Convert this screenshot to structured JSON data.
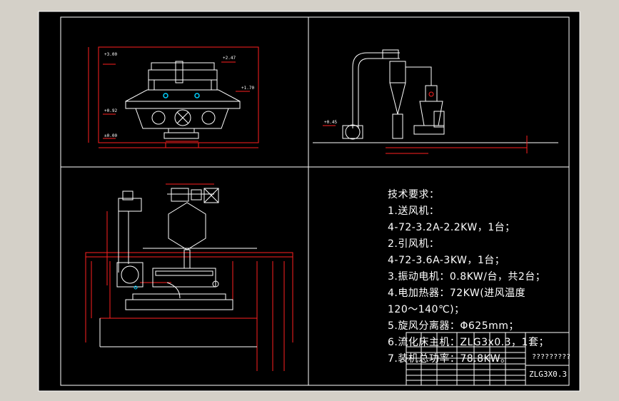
{
  "technical_requirements": {
    "heading": "技术要求：",
    "items": [
      "1.送风机：",
      "4-72-3.2A-2.2KW，1台；",
      "2.引风机：",
      "4-72-3.6A-3KW，1台；",
      "3.振动电机：0.8KW/台，共2台；",
      "4.电加热器：72KW(进风温度",
      "120～140℃)；",
      "5.旋风分离器：Φ625mm；",
      "6.流化床主机：ZLG3x0.3，1套；",
      "7.装机总功率：78.8KW。"
    ]
  },
  "title_block": {
    "title": "?????????",
    "code": "ZLG3X0.3"
  },
  "elevation_marks": {
    "front": [
      "+3.00",
      "+2.47",
      "+1.70",
      "+0.92",
      "±0.00"
    ],
    "side": [
      "+0.45"
    ]
  },
  "colors": {
    "background": "#000000",
    "frame": "#ffffff",
    "dimension": "#ff2020",
    "machine": "#ffffff",
    "accent": "#00d0ff"
  }
}
